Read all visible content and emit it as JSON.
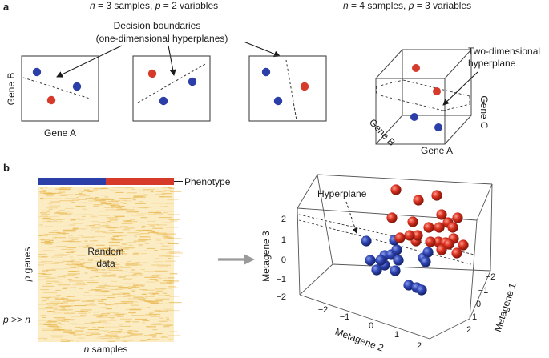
{
  "panel_a": {
    "label": "a",
    "header_2d": {
      "n": "n",
      "n_rest": " = 3 samples, ",
      "p": "p",
      "p_rest": " = 2 variables"
    },
    "header_3d": {
      "n": "n",
      "n_rest": " = 4 samples, ",
      "p": "p",
      "p_rest": " = 3 variables"
    },
    "boundaries_line1": "Decision boundaries",
    "boundaries_line2": "(one-dimensional hyperplanes)",
    "gene_a": "Gene A",
    "gene_b": "Gene B",
    "gene_c": "Gene C",
    "hyperplane_line1": "Two-dimensional",
    "hyperplane_line2": "hyperplane",
    "colors": {
      "blue": "#2c3fa8",
      "red": "#d63a2a"
    }
  },
  "panel_b": {
    "label": "b",
    "phenotype": "Phenotype",
    "random_line1": "Random",
    "random_line2": "data",
    "p_genes_p": "p",
    "p_genes_rest": " genes",
    "p_gg_n_p": "p",
    "p_gg_n_op": " >> ",
    "p_gg_n_n": "n",
    "n_samples_n": "n",
    "n_samples_rest": " samples",
    "hyperplane_label": "Hyperplane",
    "metagene_1": "Metagene 1",
    "metagene_2": "Metagene 2",
    "metagene_3": "Metagene 3",
    "metagene3_ticks": [
      "2",
      "1",
      "0",
      "−1",
      "−2"
    ],
    "metagene2_ticks": [
      "−2",
      "−1",
      "0",
      "1",
      "2"
    ],
    "metagene1_ticks": [
      "−2",
      "−1",
      "0",
      "1",
      "2"
    ],
    "colors": {
      "phenotype_blue": "#2c3fa8",
      "phenotype_red": "#d63a2a",
      "heatmap_base": "#fbecc4",
      "heatmap_streak": "#e8b54a",
      "arrow": "#9a9a9a"
    }
  }
}
